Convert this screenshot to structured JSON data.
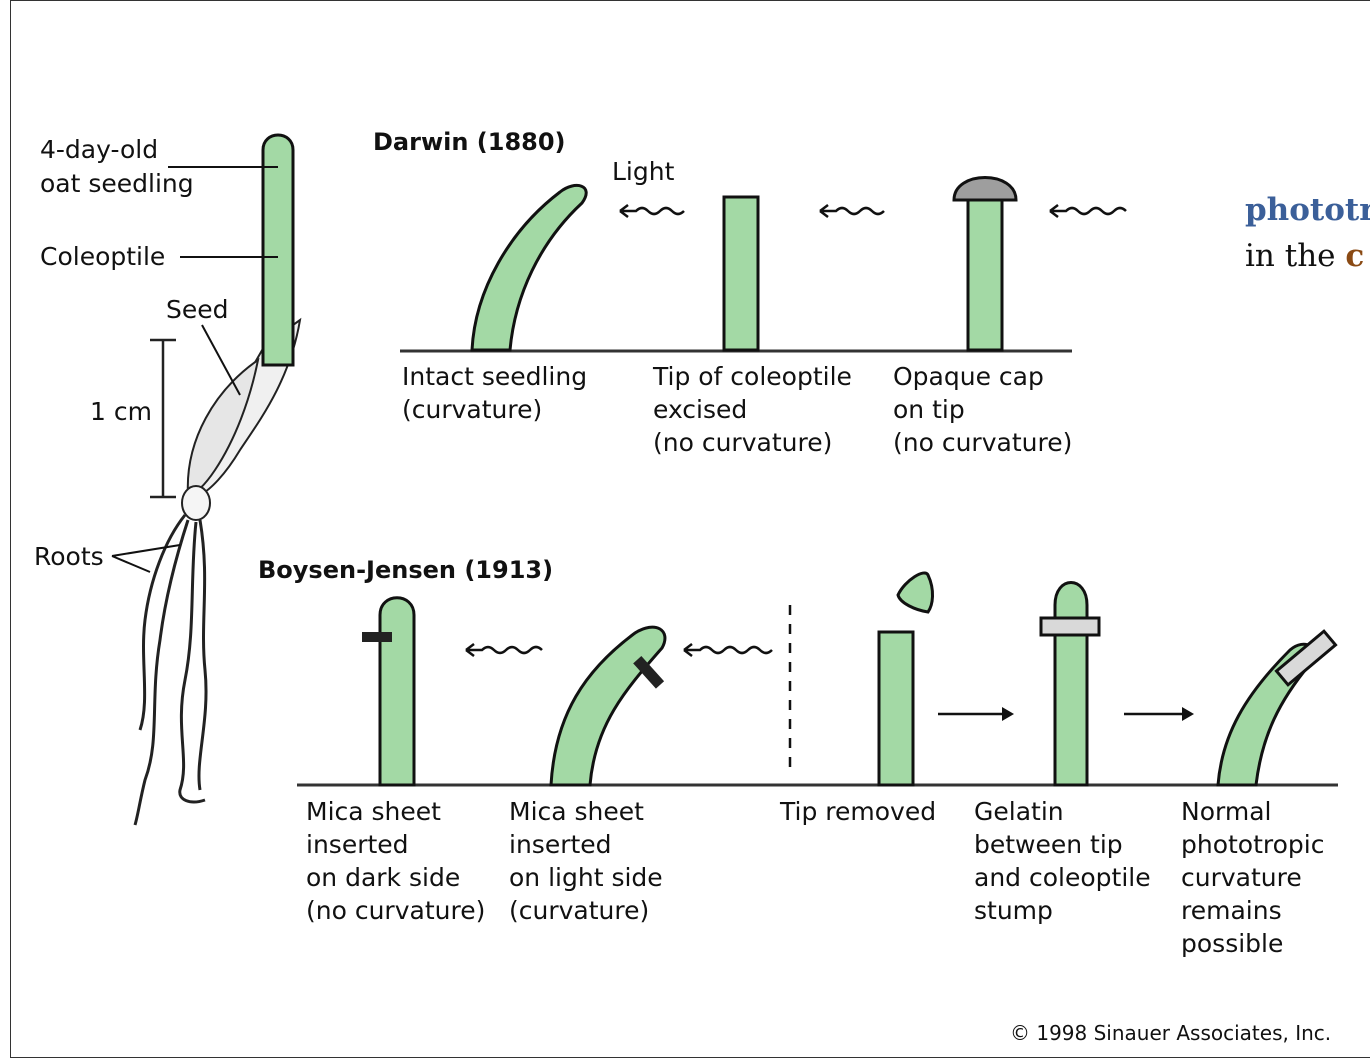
{
  "oat_labels": {
    "seedling": [
      "4-day-old",
      "oat seedling"
    ],
    "coleoptile": "Coleoptile",
    "seed": "Seed",
    "scale": "1 cm",
    "roots": "Roots"
  },
  "darwin": {
    "title": "Darwin (1880)",
    "light": "Light",
    "captions": [
      [
        "Intact seedling",
        "(curvature)"
      ],
      [
        "Tip of coleoptile",
        "excised",
        "(no curvature)"
      ],
      [
        "Opaque cap",
        "on tip",
        "(no curvature)"
      ]
    ]
  },
  "boysen_jensen": {
    "title": "Boysen-Jensen (1913)",
    "captions": [
      [
        "Mica sheet",
        "inserted",
        "on dark side",
        "(no curvature)"
      ],
      [
        "Mica sheet",
        "inserted",
        "on light side",
        "(curvature)"
      ],
      [
        "Tip removed"
      ],
      [
        "Gelatin",
        "between tip",
        "and coleoptile",
        "stump"
      ],
      [
        "Normal",
        "phototropic",
        "curvature",
        "remains",
        "possible"
      ]
    ]
  },
  "side_text": {
    "line1": "phototr",
    "line2_prefix": "in the ",
    "line2_bold": "c"
  },
  "copyright": "© 1998 Sinauer Associates, Inc.",
  "colors": {
    "plant_fill": "#a3d9a5",
    "cap_fill": "#9e9e9e",
    "gelatin_fill": "#d9d9d9",
    "side_blue": "#3b5f99",
    "side_brown": "#8a4a14"
  }
}
